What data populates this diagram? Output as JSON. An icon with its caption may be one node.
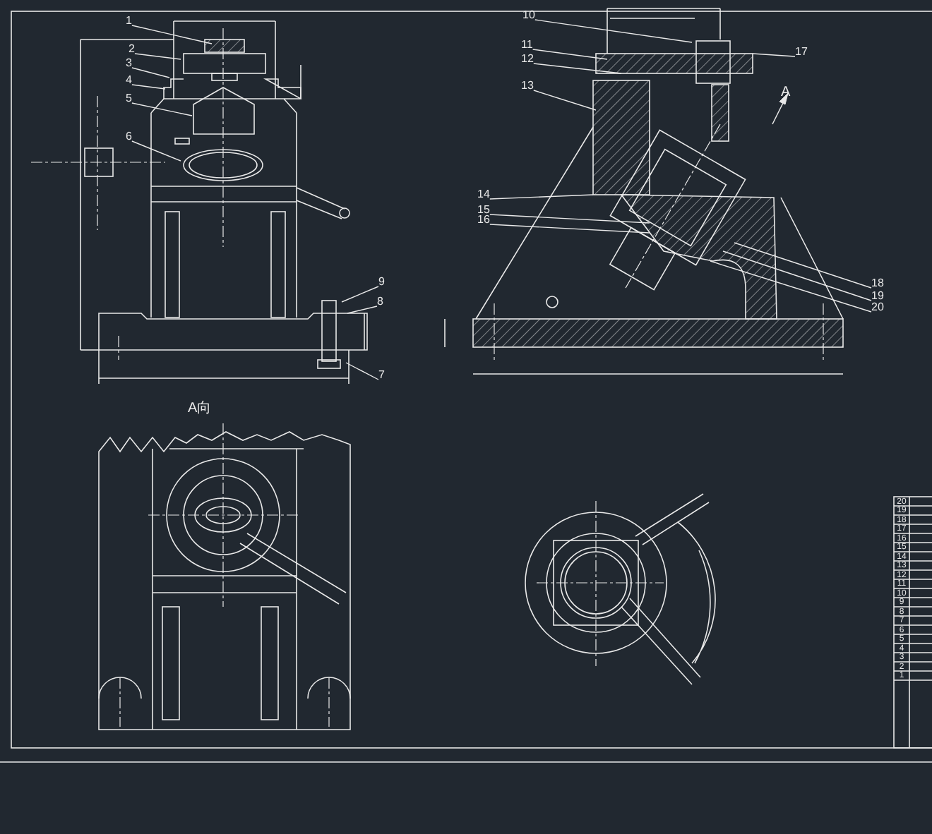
{
  "diagram": {
    "nodes": [
      {
        "text": [
          "1"
        ]
      },
      {
        "text": [
          "2"
        ]
      },
      {
        "text": [
          "3"
        ]
      },
      {
        "text": [
          "4"
        ]
      },
      {
        "text": [
          "5"
        ]
      },
      {
        "text": [
          "6"
        ]
      },
      {
        "text": [
          "7"
        ]
      },
      {
        "text": [
          "8"
        ]
      },
      {
        "text": [
          "9"
        ]
      },
      {
        "text": [
          "10"
        ]
      },
      {
        "text": [
          "11"
        ]
      },
      {
        "text": [
          "12"
        ]
      },
      {
        "text": [
          "13"
        ]
      },
      {
        "text": [
          "14"
        ]
      },
      {
        "text": [
          "15"
        ]
      },
      {
        "text": [
          "16"
        ]
      },
      {
        "text": [
          "17"
        ]
      },
      {
        "text": [
          "18"
        ]
      },
      {
        "text": [
          "19"
        ]
      },
      {
        "text": [
          "20"
        ]
      }
    ],
    "edges": [
      {
        "from": 0,
        "to": null,
        "arrow": "none"
      },
      {
        "from": 1,
        "to": null,
        "arrow": "none"
      },
      {
        "from": 2,
        "to": null,
        "arrow": "none"
      },
      {
        "from": 3,
        "to": null,
        "arrow": "none"
      },
      {
        "from": 4,
        "to": null,
        "arrow": "none"
      },
      {
        "from": 5,
        "to": null,
        "arrow": "none"
      },
      {
        "from": 6,
        "to": null,
        "arrow": "none"
      },
      {
        "from": 7,
        "to": null,
        "arrow": "none"
      },
      {
        "from": 8,
        "to": null,
        "arrow": "none"
      },
      {
        "from": 9,
        "to": null,
        "arrow": "none"
      },
      {
        "from": 10,
        "to": null,
        "arrow": "none"
      },
      {
        "from": 11,
        "to": null,
        "arrow": "none"
      },
      {
        "from": 12,
        "to": null,
        "arrow": "none"
      },
      {
        "from": 13,
        "to": null,
        "arrow": "none"
      },
      {
        "from": 14,
        "to": null,
        "arrow": "none"
      },
      {
        "from": 15,
        "to": null,
        "arrow": "none"
      },
      {
        "from": 16,
        "to": null,
        "arrow": "none"
      },
      {
        "from": 17,
        "to": null,
        "arrow": "none"
      },
      {
        "from": 18,
        "to": null,
        "arrow": "none"
      },
      {
        "from": 19,
        "to": null,
        "arrow": "none"
      }
    ],
    "labels": [
      "A",
      "A向",
      "20",
      "19",
      "18",
      "17",
      "16",
      "15",
      "14",
      "13",
      "12",
      "11",
      "10",
      "9",
      "8",
      "7",
      "6",
      "5",
      "4",
      "3",
      "2",
      "1"
    ]
  }
}
